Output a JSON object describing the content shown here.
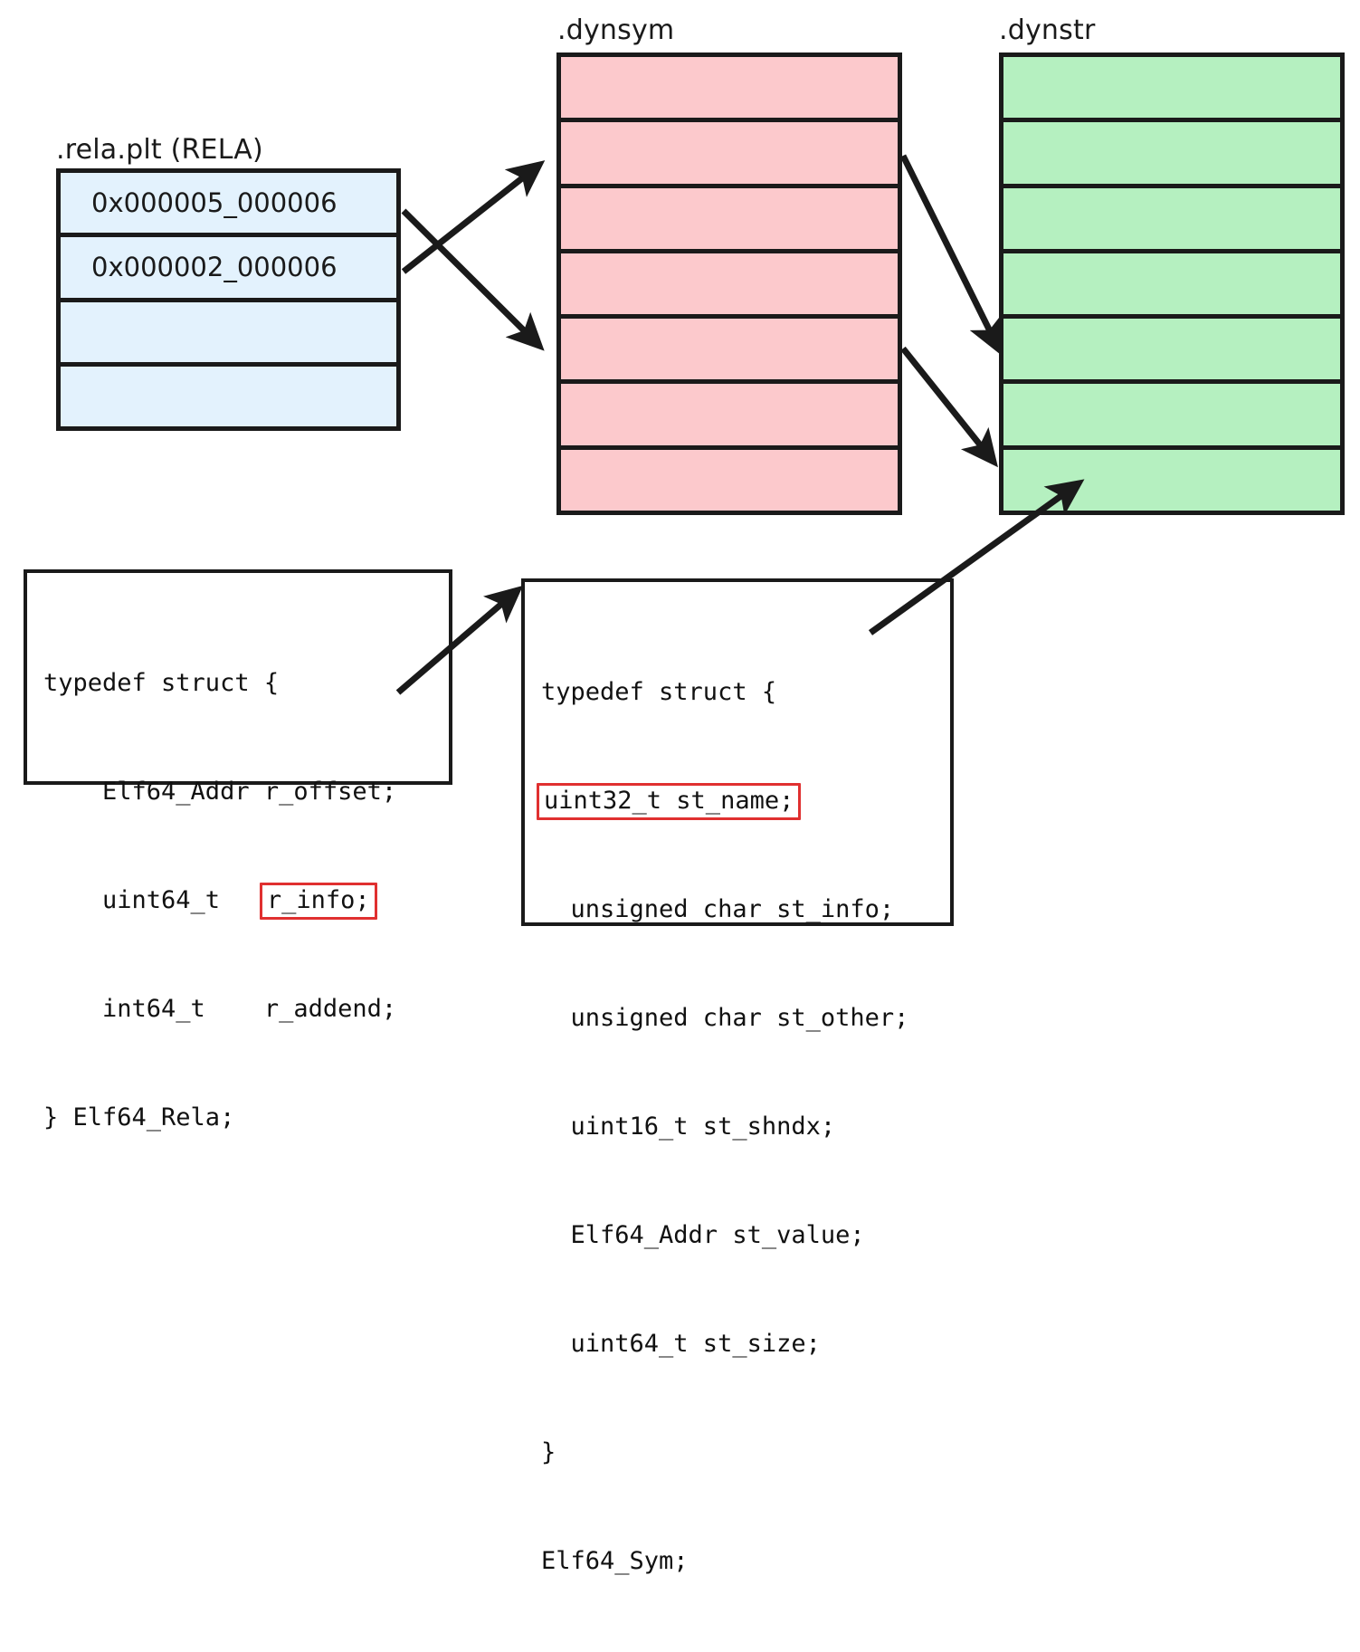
{
  "diagram": {
    "title_relaplt": ".rela.plt (RELA)",
    "title_dynsym": ".dynsym",
    "title_dynstr": ".dynstr"
  },
  "relaplt": {
    "label": ".rela.plt (RELA)",
    "rows": [
      {
        "value": "0x000005_000006"
      },
      {
        "value": "0x000002_000006"
      },
      {
        "value": ""
      },
      {
        "value": ""
      }
    ]
  },
  "dynsym": {
    "label": ".dynsym",
    "rows": [
      {
        "value": ""
      },
      {
        "value": ""
      },
      {
        "value": ""
      },
      {
        "value": ""
      },
      {
        "value": ""
      },
      {
        "value": ""
      },
      {
        "value": ""
      }
    ]
  },
  "dynstr": {
    "label": ".dynstr",
    "rows": [
      {
        "value": ""
      },
      {
        "value": ""
      },
      {
        "value": ""
      },
      {
        "value": ""
      },
      {
        "value": ""
      },
      {
        "value": ""
      },
      {
        "value": ""
      }
    ]
  },
  "rela_struct": {
    "line1": "typedef struct {",
    "line2": "    Elf64_Addr r_offset;",
    "line3_prefix": "    uint64_t   ",
    "line3_highlight": "r_info;",
    "line4": "    int64_t    r_addend;",
    "line5": "} Elf64_Rela;"
  },
  "sym_struct": {
    "line1": "typedef struct {",
    "line2_highlight": "uint32_t st_name;",
    "line3": "  unsigned char st_info;",
    "line4": "  unsigned char st_other;",
    "line5": "  uint16_t st_shndx;",
    "line6": "  Elf64_Addr st_value;",
    "line7": "  uint64_t st_size;",
    "line8": "}",
    "line9": "Elf64_Sym;"
  },
  "colors": {
    "relaplt_fill": "#e3f2fd",
    "dynsym_fill": "#fcc9cc",
    "dynstr_fill": "#b5f0c0",
    "stroke": "#1a1a1a",
    "highlight": "#e03030"
  },
  "links": [
    {
      "from": "relaplt-row-1",
      "to": "dynsym-row-5",
      "name": "rela-row1-to-dynsym"
    },
    {
      "from": "relaplt-row-2",
      "to": "dynsym-row-2",
      "name": "rela-row2-to-dynsym"
    },
    {
      "from": "dynsym-row-2",
      "to": "dynstr-row-5",
      "name": "dynsym-row2-to-dynstr"
    },
    {
      "from": "dynsym-row-5",
      "to": "dynstr-row-6",
      "name": "dynsym-row5-to-dynstr"
    },
    {
      "from": "rela-struct-r_info",
      "to": "sym-struct",
      "name": "r-info-to-elf64sym"
    },
    {
      "from": "sym-struct-st_name",
      "to": "dynstr-row-7",
      "name": "st-name-to-dynstr"
    }
  ]
}
